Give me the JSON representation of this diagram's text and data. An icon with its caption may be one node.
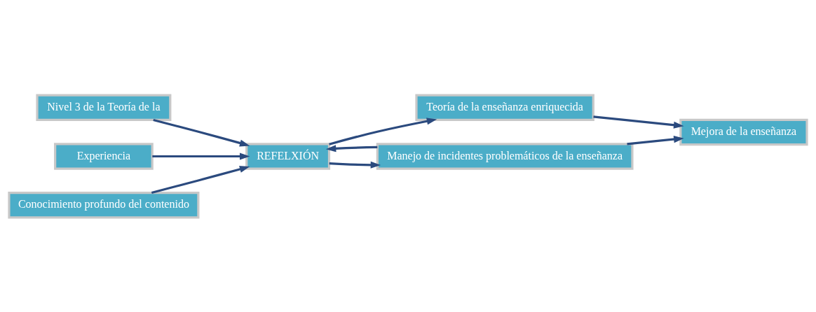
{
  "diagram": {
    "nodes": [
      {
        "text": [
          "Nivel 3 de la Teoría de la"
        ]
      },
      {
        "text": [
          "Teoría de la enseñanza enriquecida"
        ]
      },
      {
        "text": [
          "Experiencia"
        ]
      },
      {
        "text": [
          "REFELXIÓN"
        ]
      },
      {
        "text": [
          "Mejora de la enseñanza"
        ]
      },
      {
        "text": [
          "Conocimiento profundo del contenido"
        ]
      },
      {
        "text": [
          "Manejo de incidentes problemáticos de la enseñanza"
        ]
      }
    ],
    "edges": [
      {
        "from": 0,
        "to": 3,
        "arrow": "to"
      },
      {
        "from": 2,
        "to": 3,
        "arrow": "to"
      },
      {
        "from": 5,
        "to": 3,
        "arrow": "to"
      },
      {
        "from": 3,
        "to": 1,
        "arrow": "to"
      },
      {
        "from": 3,
        "to": 6,
        "arrow": "to"
      },
      {
        "from": 6,
        "to": 3,
        "arrow": "to"
      },
      {
        "from": 1,
        "to": 4,
        "arrow": "to"
      },
      {
        "from": 6,
        "to": 4,
        "arrow": "to"
      }
    ]
  }
}
